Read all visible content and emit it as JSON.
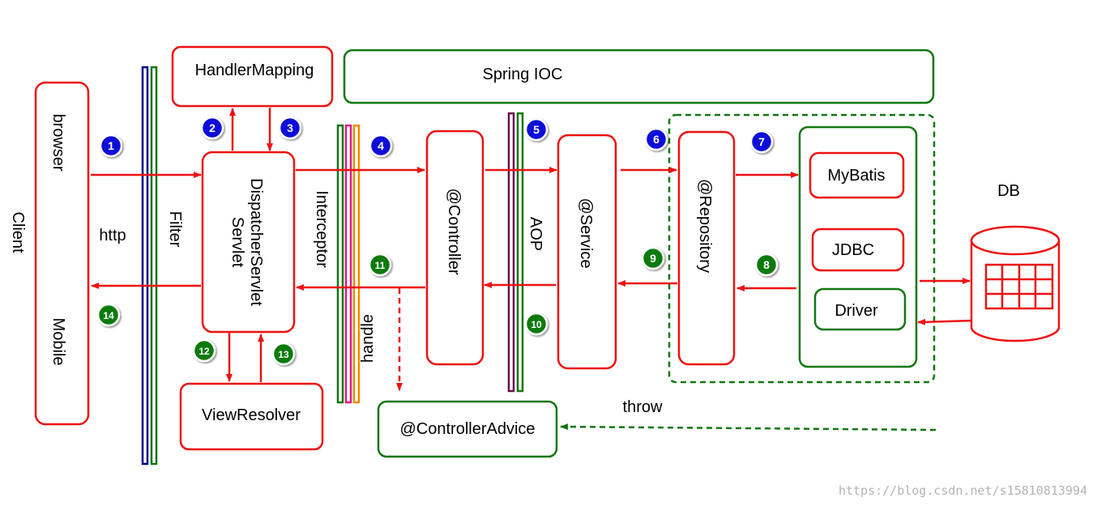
{
  "colors": {
    "red": "#ee1111",
    "green": "#117711",
    "blue": "#0a0ad8",
    "badge_green": "#0a7a0a",
    "navy": "#00008b",
    "purple": "#6a0a55",
    "pink": "#e01a8a",
    "orange": "#f08a00",
    "watermark": "#b4b4b4"
  },
  "labels": {
    "client": "Client",
    "browser": "browser",
    "mobile": "Mobile",
    "http": "http",
    "filter": "Filter",
    "handler_mapping": "HandlerMapping",
    "spring_ioc": "Spring IOC",
    "dispatcher_line1": "Servlet",
    "dispatcher_line2": "DispatcherServlet",
    "interceptor": "Interceptor",
    "controller": "@Controller",
    "aop": "AOP",
    "service": "@Service",
    "repository": "@Repository",
    "mybatis": "MyBatis",
    "jdbc": "JDBC",
    "driver": "Driver",
    "db": "DB",
    "handle": "handle",
    "view_resolver": "ViewResolver",
    "controller_advice": "@ControllerAdvice",
    "throw": "throw",
    "watermark": "https://blog.csdn.net/s15810813994"
  },
  "steps": [
    {
      "num": "1",
      "color": "blue"
    },
    {
      "num": "2",
      "color": "blue"
    },
    {
      "num": "3",
      "color": "blue"
    },
    {
      "num": "4",
      "color": "blue"
    },
    {
      "num": "5",
      "color": "blue"
    },
    {
      "num": "6",
      "color": "blue"
    },
    {
      "num": "7",
      "color": "blue"
    },
    {
      "num": "8",
      "color": "green"
    },
    {
      "num": "9",
      "color": "green"
    },
    {
      "num": "10",
      "color": "green"
    },
    {
      "num": "11",
      "color": "green"
    },
    {
      "num": "12",
      "color": "green"
    },
    {
      "num": "13",
      "color": "green"
    },
    {
      "num": "14",
      "color": "green"
    }
  ]
}
